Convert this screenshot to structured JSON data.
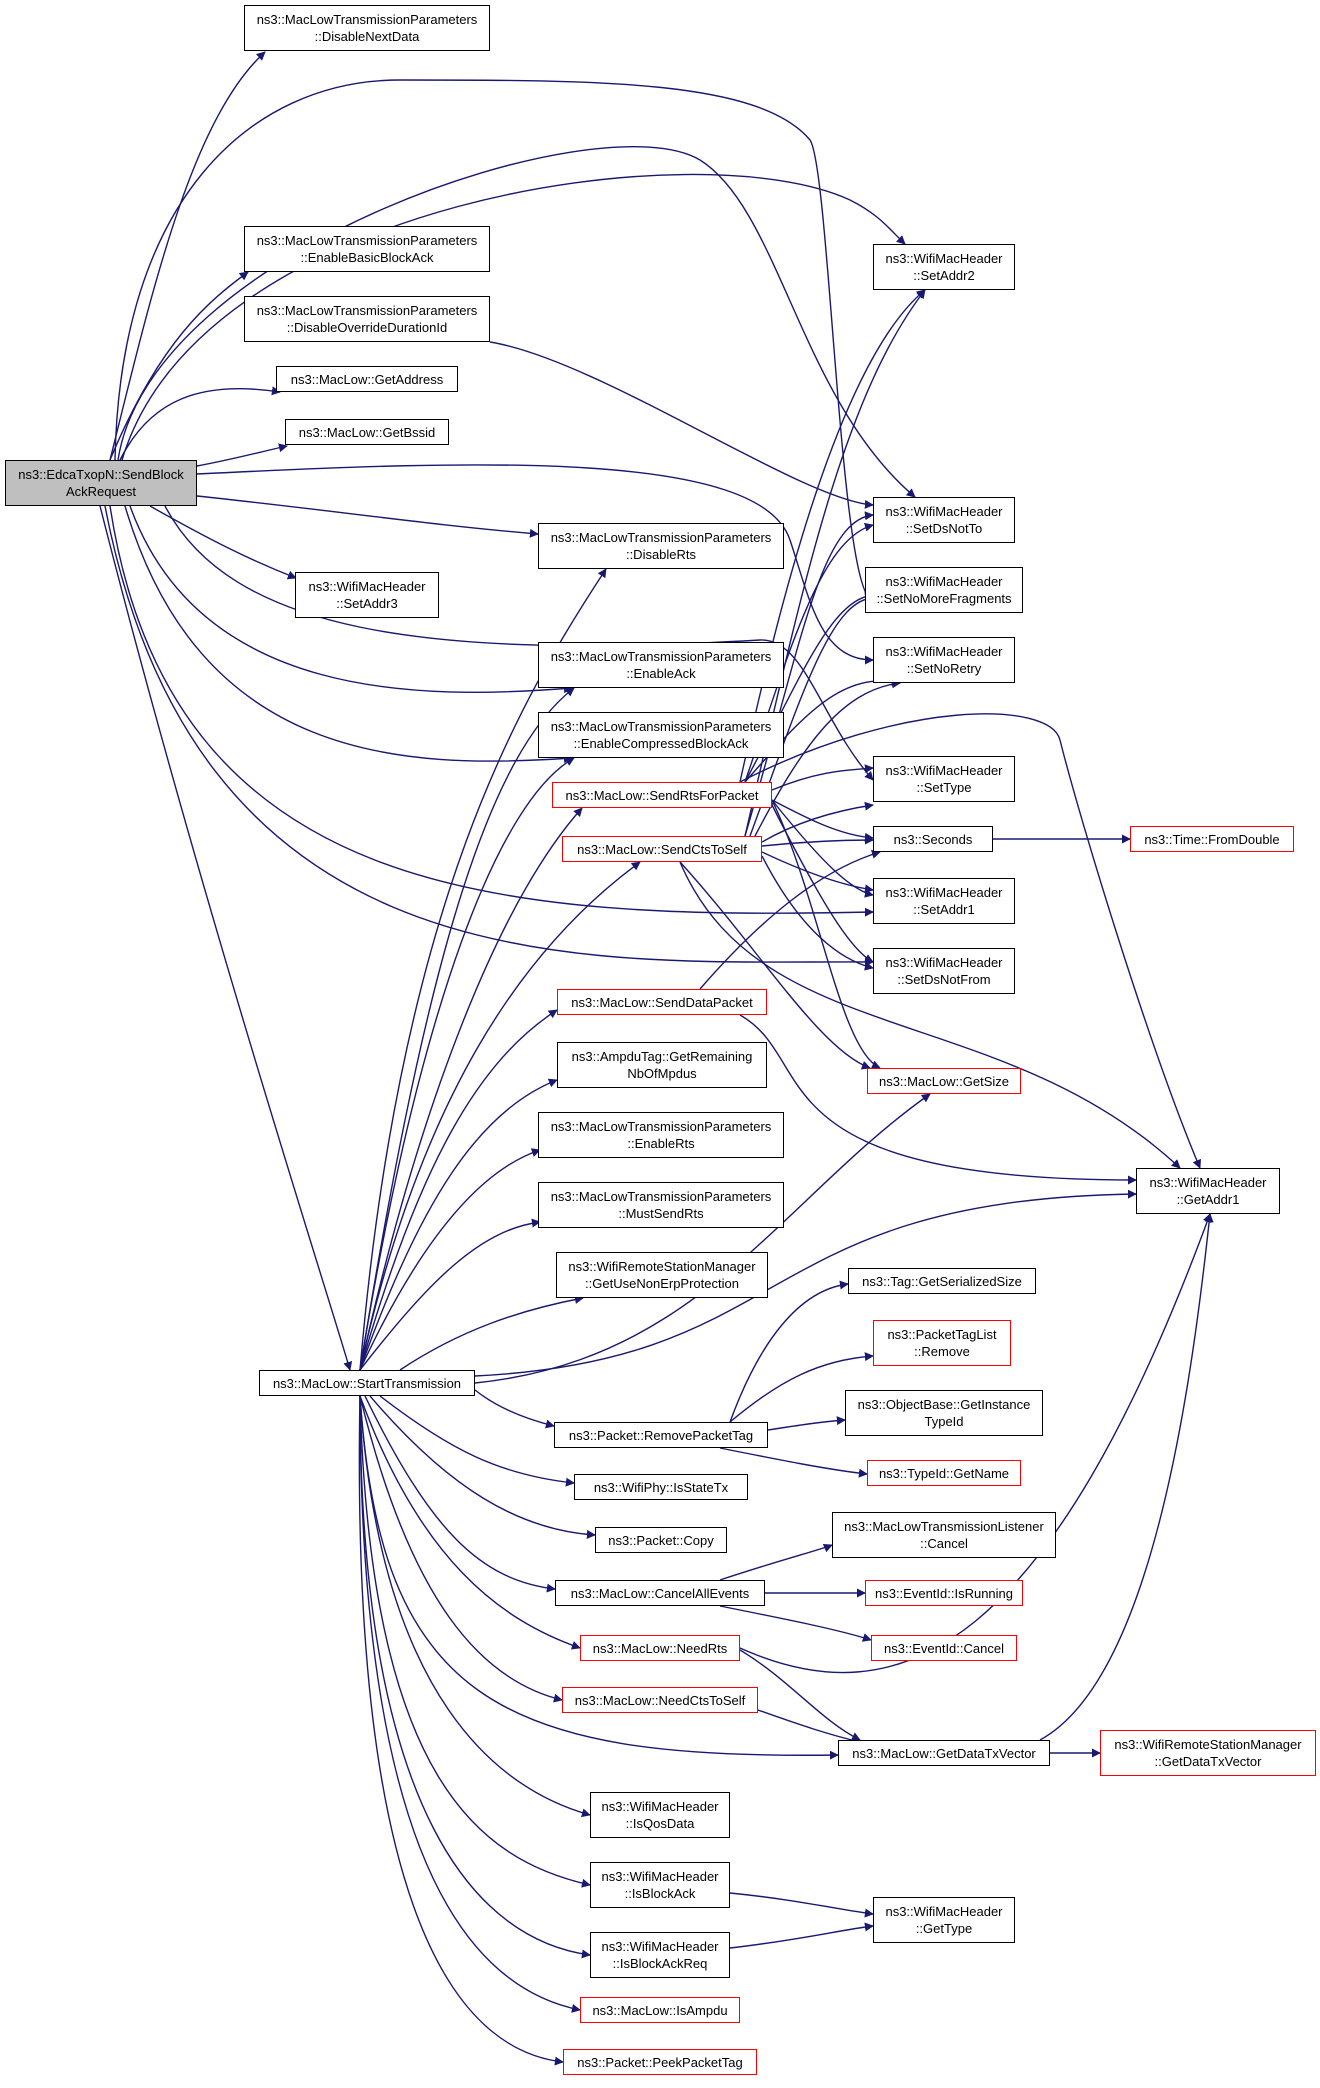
{
  "root": [
    "ns3::EdcaTxopN::SendBlock",
    "AckRequest"
  ],
  "start": [
    "ns3::MacLow::StartTransmission"
  ],
  "mltp_disable_next_data": [
    "ns3::MacLowTransmissionParameters",
    "::DisableNextData"
  ],
  "mltp_enable_basic_block_ack": [
    "ns3::MacLowTransmissionParameters",
    "::EnableBasicBlockAck"
  ],
  "mltp_disable_override_duration_id": [
    "ns3::MacLowTransmissionParameters",
    "::DisableOverrideDurationId"
  ],
  "maclow_get_address": [
    "ns3::MacLow::GetAddress"
  ],
  "maclow_get_bssid": [
    "ns3::MacLow::GetBssid"
  ],
  "mltp_disable_rts": [
    "ns3::MacLowTransmissionParameters",
    "::DisableRts"
  ],
  "wmh_set_addr3": [
    "ns3::WifiMacHeader",
    "::SetAddr3"
  ],
  "mltp_enable_ack": [
    "ns3::MacLowTransmissionParameters",
    "::EnableAck"
  ],
  "mltp_enable_compressed_block_ack": [
    "ns3::MacLowTransmissionParameters",
    "::EnableCompressedBlockAck"
  ],
  "maclow_send_rts_for_packet": [
    "ns3::MacLow::SendRtsForPacket"
  ],
  "maclow_send_cts_to_self": [
    "ns3::MacLow::SendCtsToSelf"
  ],
  "maclow_send_data_packet": [
    "ns3::MacLow::SendDataPacket"
  ],
  "ampdutag_get_remaining": [
    "ns3::AmpduTag::GetRemaining",
    "NbOfMpdus"
  ],
  "mltp_enable_rts": [
    "ns3::MacLowTransmissionParameters",
    "::EnableRts"
  ],
  "mltp_must_send_rts": [
    "ns3::MacLowTransmissionParameters",
    "::MustSendRts"
  ],
  "wrsm_get_use_non_erp": [
    "ns3::WifiRemoteStationManager",
    "::GetUseNonErpProtection"
  ],
  "wmh_set_addr2": [
    "ns3::WifiMacHeader",
    "::SetAddr2"
  ],
  "wmh_set_ds_not_to": [
    "ns3::WifiMacHeader",
    "::SetDsNotTo"
  ],
  "wmh_set_no_more_fragments": [
    "ns3::WifiMacHeader",
    "::SetNoMoreFragments"
  ],
  "wmh_set_no_retry": [
    "ns3::WifiMacHeader",
    "::SetNoRetry"
  ],
  "wmh_set_type": [
    "ns3::WifiMacHeader",
    "::SetType"
  ],
  "ns3_seconds": [
    "ns3::Seconds"
  ],
  "time_from_double": [
    "ns3::Time::FromDouble"
  ],
  "wmh_set_addr1": [
    "ns3::WifiMacHeader",
    "::SetAddr1"
  ],
  "wmh_set_ds_not_from": [
    "ns3::WifiMacHeader",
    "::SetDsNotFrom"
  ],
  "maclow_get_size": [
    "ns3::MacLow::GetSize"
  ],
  "wmh_get_addr1": [
    "ns3::WifiMacHeader",
    "::GetAddr1"
  ],
  "tag_get_serialized_size": [
    "ns3::Tag::GetSerializedSize"
  ],
  "packettaglist_remove": [
    "ns3::PacketTagList",
    "::Remove"
  ],
  "objectbase_get_instance_typeid": [
    "ns3::ObjectBase::GetInstance",
    "TypeId"
  ],
  "typeid_get_name": [
    "ns3::TypeId::GetName"
  ],
  "packet_remove_packet_tag": [
    "ns3::Packet::RemovePacketTag"
  ],
  "wifiphy_is_state_tx": [
    "ns3::WifiPhy::IsStateTx"
  ],
  "packet_copy": [
    "ns3::Packet::Copy"
  ],
  "mltl_cancel": [
    "ns3::MacLowTransmissionListener",
    "::Cancel"
  ],
  "maclow_cancel_all_events": [
    "ns3::MacLow::CancelAllEvents"
  ],
  "eventid_is_running": [
    "ns3::EventId::IsRunning"
  ],
  "eventid_cancel": [
    "ns3::EventId::Cancel"
  ],
  "maclow_need_rts": [
    "ns3::MacLow::NeedRts"
  ],
  "maclow_need_cts_to_self": [
    "ns3::MacLow::NeedCtsToSelf"
  ],
  "maclow_get_data_tx_vector": [
    "ns3::MacLow::GetDataTxVector"
  ],
  "wrsm_get_data_tx_vector": [
    "ns3::WifiRemoteStationManager",
    "::GetDataTxVector"
  ],
  "wmh_is_qos_data": [
    "ns3::WifiMacHeader",
    "::IsQosData"
  ],
  "wmh_is_block_ack": [
    "ns3::WifiMacHeader",
    "::IsBlockAck"
  ],
  "wmh_is_block_ack_req": [
    "ns3::WifiMacHeader",
    "::IsBlockAckReq"
  ],
  "wmh_get_type": [
    "ns3::WifiMacHeader",
    "::GetType"
  ],
  "maclow_is_ampdu": [
    "ns3::MacLow::IsAmpdu"
  ],
  "packet_peek_packet_tag": [
    "ns3::Packet::PeekPacketTag"
  ],
  "colors": {
    "edge": "#191970",
    "node_border": "#000000",
    "truncated_border": "#ff0000",
    "root_fill": "#bfbfbf"
  }
}
